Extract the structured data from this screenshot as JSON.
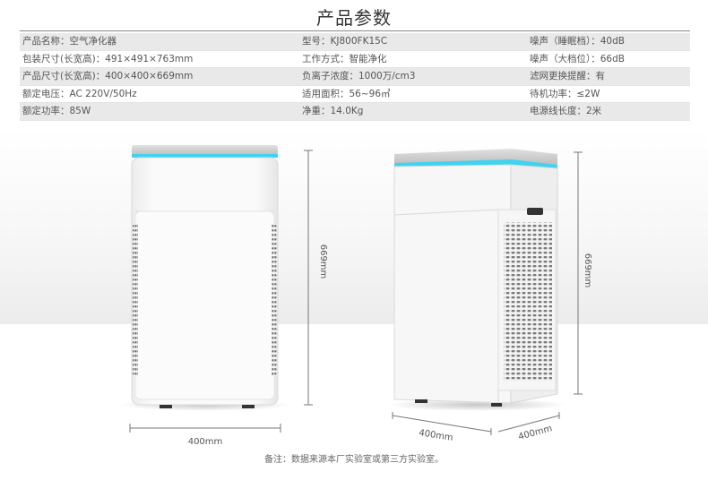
{
  "title": "产品参数",
  "specs": [
    [
      "产品名称：空气净化器",
      "型号：KJ800FK15C",
      "噪声（睡眠档）：40dB"
    ],
    [
      "包装尺寸(长宽高)：491×491×763mm",
      "工作方式：智能净化",
      "噪声（大档位）：66dB"
    ],
    [
      "产品尺寸(长宽高)：400×400×669mm",
      "负离子浓度：1000万/cm3",
      "滤网更换提醒：有"
    ],
    [
      "额定电压：AC 220V/50Hz",
      "适用面积：56~96㎡",
      "待机功率：≤2W"
    ],
    [
      "额定功率：85W",
      "净重：14.0Kg",
      "电源线长度：2米"
    ]
  ],
  "dims": {
    "height_front": "669mm",
    "height_side": "669mm",
    "width_front": "400mm",
    "width_side_a": "400mm",
    "width_side_b": "400mm"
  },
  "note": "备注：数据来源本厂实验室或第三方实验室。",
  "colors": {
    "accent_light": "#3fd3f0",
    "body": "#f7f7f7",
    "top": "#cfcfcf"
  }
}
